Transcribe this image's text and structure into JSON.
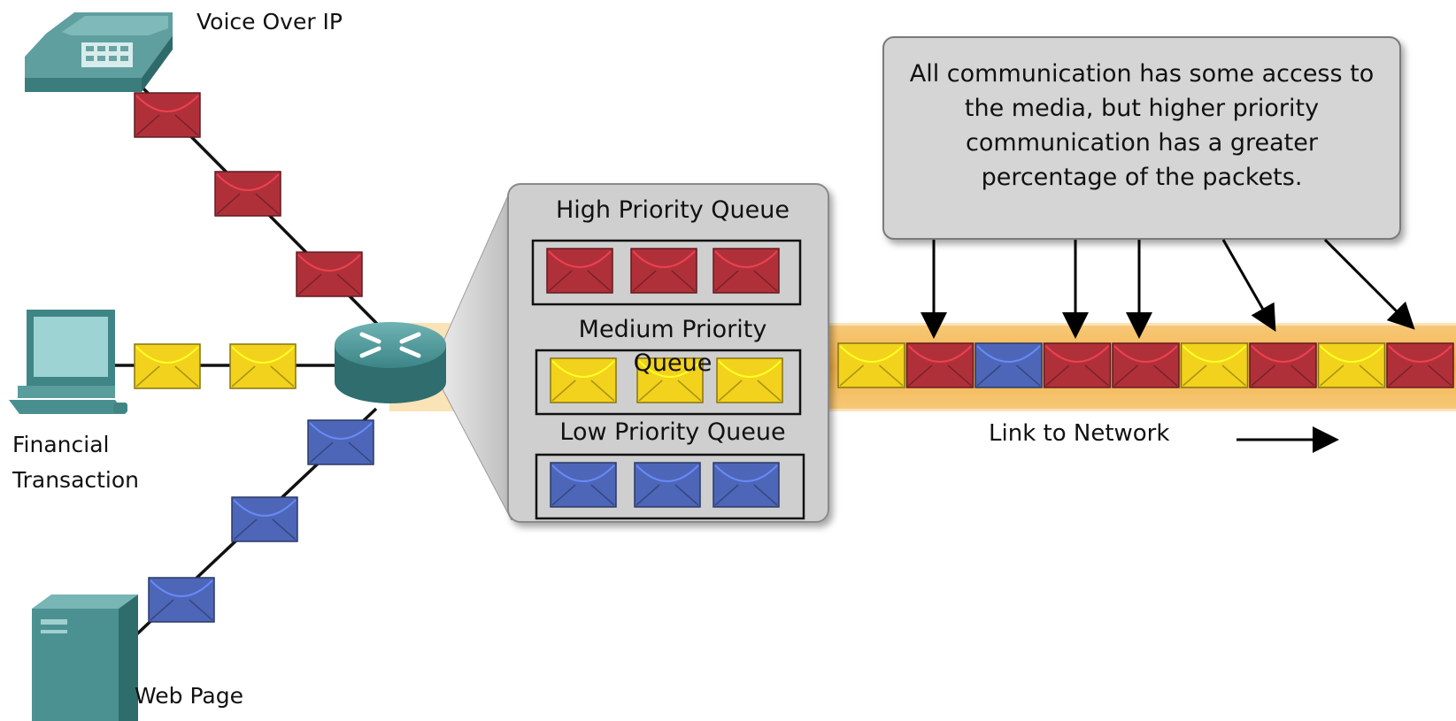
{
  "labels": {
    "voip": "Voice Over IP",
    "financial_line1": "Financial",
    "financial_line2": "Transaction",
    "webpage": "Web Page",
    "link": "Link to Network"
  },
  "queues": {
    "high": {
      "title": "High Priority Queue",
      "packets": [
        "high",
        "high",
        "high"
      ]
    },
    "medium": {
      "title_line1": "Medium Priority",
      "title_line2": "Queue",
      "packets": [
        "medium",
        "medium",
        "medium"
      ]
    },
    "low": {
      "title": "Low Priority Queue",
      "packets": [
        "low",
        "low",
        "low"
      ]
    }
  },
  "callout": {
    "lines": [
      "All communication has some access to",
      "the media, but higher priority",
      "communication has a greater",
      "percentage of the packets."
    ]
  },
  "link_packets": [
    "medium",
    "high",
    "low",
    "high",
    "high",
    "medium",
    "high",
    "medium",
    "high"
  ],
  "inbound_packets": {
    "voip": [
      "high",
      "high",
      "high"
    ],
    "financial": [
      "medium",
      "medium"
    ],
    "webpage": [
      "low",
      "low",
      "low"
    ]
  },
  "colors": {
    "high": "#b0303a",
    "medium": "#f2d21c",
    "low": "#4d66b8",
    "link_band": "#f6bd63",
    "device": "#4f9a9a",
    "router": "#3f8a8c",
    "callout_fill": "#d5d5d5",
    "queue_panel": "#cfcfcf"
  },
  "icons": {
    "phone": "ip-phone-icon",
    "computer": "computer-icon",
    "server": "server-icon",
    "router": "router-icon"
  }
}
